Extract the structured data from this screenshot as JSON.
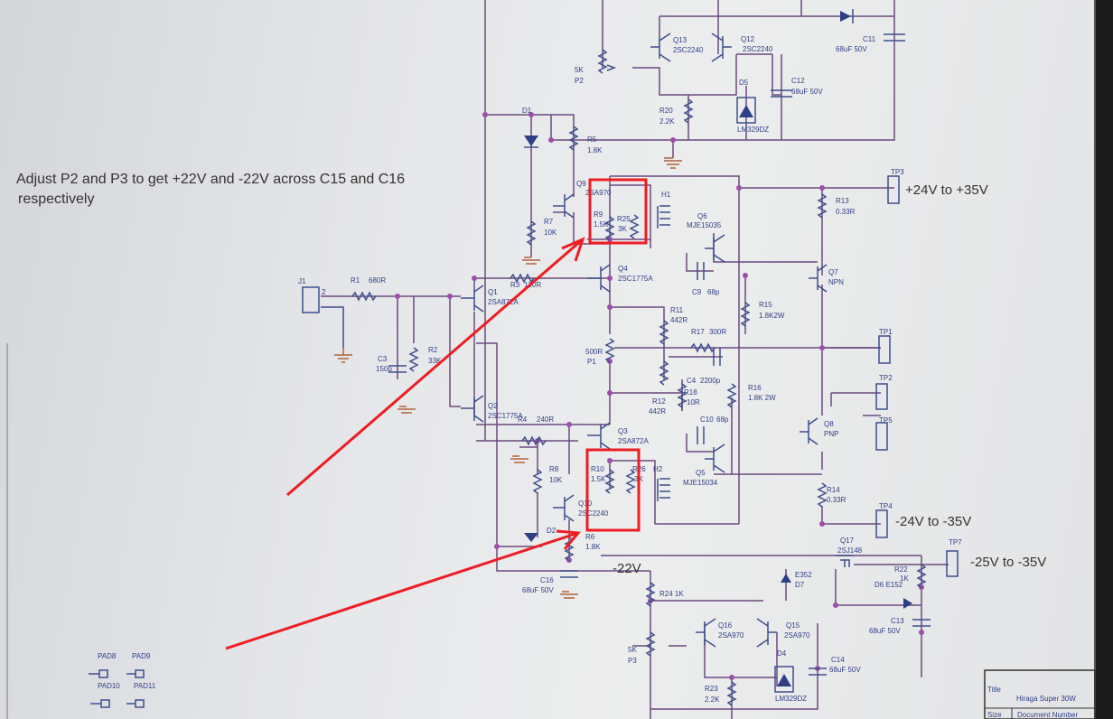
{
  "annotation": {
    "line1": "Adjust P2 and P3 to get +22V and -22V across C15 and C16",
    "line2": "respectively"
  },
  "rail_labels": {
    "pos": "+24V to +35V",
    "neg": "-24V to -35V",
    "neg2": "-25V to -35V",
    "minus22": "-22V"
  },
  "title_block": {
    "title_label": "Title",
    "title": "Hiraga Super 30W",
    "size_label": "Size",
    "docnum_label": "Document Number"
  },
  "colors": {
    "annotation_red": "#ee1d24",
    "wire": "#6a4a7e",
    "component": "#2f3f86"
  },
  "components": [
    {
      "id": "q13",
      "text": "Q13"
    },
    {
      "id": "q13v",
      "text": "2SC2240"
    },
    {
      "id": "q12",
      "text": "Q12"
    },
    {
      "id": "q12v",
      "text": "2SC2240"
    },
    {
      "id": "c11",
      "text": "C11"
    },
    {
      "id": "c11v",
      "text": "68uF 50V"
    },
    {
      "id": "p2v",
      "text": "5K"
    },
    {
      "id": "p2",
      "text": "P2"
    },
    {
      "id": "d5",
      "text": "D5"
    },
    {
      "id": "d5v",
      "text": "LM329DZ"
    },
    {
      "id": "c12",
      "text": "C12"
    },
    {
      "id": "c12v",
      "text": "68uF 50V"
    },
    {
      "id": "r20",
      "text": "R20"
    },
    {
      "id": "r20v",
      "text": "2.2K"
    },
    {
      "id": "d1",
      "text": "D1"
    },
    {
      "id": "r5",
      "text": "R5"
    },
    {
      "id": "r5v",
      "text": "1.8K"
    },
    {
      "id": "q9",
      "text": "Q9"
    },
    {
      "id": "q9v",
      "text": "2SA970"
    },
    {
      "id": "h1",
      "text": "H1"
    },
    {
      "id": "r9",
      "text": "R9"
    },
    {
      "id": "r9v",
      "text": "1.5K"
    },
    {
      "id": "r25",
      "text": "R25"
    },
    {
      "id": "r25v",
      "text": "3K"
    },
    {
      "id": "q6",
      "text": "Q6"
    },
    {
      "id": "q6v",
      "text": "MJE15035"
    },
    {
      "id": "r7",
      "text": "R7"
    },
    {
      "id": "r7v",
      "text": "10K"
    },
    {
      "id": "tp3",
      "text": "TP3"
    },
    {
      "id": "r13",
      "text": "R13"
    },
    {
      "id": "r13v",
      "text": "0.33R"
    },
    {
      "id": "j1",
      "text": "J1"
    },
    {
      "id": "j1p",
      "text": "2"
    },
    {
      "id": "r1",
      "text": "R1"
    },
    {
      "id": "r1v",
      "text": "680R"
    },
    {
      "id": "q1",
      "text": "Q1"
    },
    {
      "id": "q1v",
      "text": "2SA872A"
    },
    {
      "id": "r3",
      "text": "R3"
    },
    {
      "id": "r3v",
      "text": "120R"
    },
    {
      "id": "q4",
      "text": "Q4"
    },
    {
      "id": "q4v",
      "text": "2SC1775A"
    },
    {
      "id": "c9",
      "text": "C9"
    },
    {
      "id": "c9v",
      "text": "68p"
    },
    {
      "id": "q7",
      "text": "Q7"
    },
    {
      "id": "q7v",
      "text": "NPN"
    },
    {
      "id": "r11",
      "text": "R11"
    },
    {
      "id": "r11v",
      "text": "442R"
    },
    {
      "id": "r15",
      "text": "R15"
    },
    {
      "id": "r15v",
      "text": "1.8K2W"
    },
    {
      "id": "tp1",
      "text": "TP1"
    },
    {
      "id": "r17",
      "text": "R17"
    },
    {
      "id": "r17v",
      "text": "300R"
    },
    {
      "id": "p1v",
      "text": "500R"
    },
    {
      "id": "p1",
      "text": "P1"
    },
    {
      "id": "c3",
      "text": "C3"
    },
    {
      "id": "c3v",
      "text": "150p"
    },
    {
      "id": "r2",
      "text": "R2"
    },
    {
      "id": "r2v",
      "text": "33K"
    },
    {
      "id": "c4",
      "text": "C4"
    },
    {
      "id": "c4v",
      "text": "2200p"
    },
    {
      "id": "r18",
      "text": "R18"
    },
    {
      "id": "r18v",
      "text": "10R"
    },
    {
      "id": "r16",
      "text": "R16"
    },
    {
      "id": "r16v",
      "text": "1.8K 2W"
    },
    {
      "id": "tp2",
      "text": "TP2"
    },
    {
      "id": "r12",
      "text": "R12"
    },
    {
      "id": "r12v",
      "text": "442R"
    },
    {
      "id": "q2",
      "text": "Q2"
    },
    {
      "id": "q2v",
      "text": "2SC1775A"
    },
    {
      "id": "r4",
      "text": "R4"
    },
    {
      "id": "r4v",
      "text": "240R"
    },
    {
      "id": "c10",
      "text": "C10"
    },
    {
      "id": "c10v",
      "text": "68p"
    },
    {
      "id": "tp5",
      "text": "TP5"
    },
    {
      "id": "q3",
      "text": "Q3"
    },
    {
      "id": "q3v",
      "text": "2SA872A"
    },
    {
      "id": "q8",
      "text": "Q8"
    },
    {
      "id": "q8v",
      "text": "PNP"
    },
    {
      "id": "r8",
      "text": "R8"
    },
    {
      "id": "r8v",
      "text": "10K"
    },
    {
      "id": "r10",
      "text": "R10"
    },
    {
      "id": "r10v",
      "text": "1.5K"
    },
    {
      "id": "r26",
      "text": "R26"
    },
    {
      "id": "r26v",
      "text": "3K"
    },
    {
      "id": "h2",
      "text": "H2"
    },
    {
      "id": "q5",
      "text": "Q5"
    },
    {
      "id": "q5v",
      "text": "MJE15034"
    },
    {
      "id": "r14",
      "text": "R14"
    },
    {
      "id": "r14v",
      "text": "0.33R"
    },
    {
      "id": "q10",
      "text": "Q10"
    },
    {
      "id": "q10v",
      "text": "2SC2240"
    },
    {
      "id": "tp4",
      "text": "TP4"
    },
    {
      "id": "d2",
      "text": "D2"
    },
    {
      "id": "r6",
      "text": "R6"
    },
    {
      "id": "r6v",
      "text": "1.8K"
    },
    {
      "id": "q17",
      "text": "Q17"
    },
    {
      "id": "q17v",
      "text": "2SJ148"
    },
    {
      "id": "tp7",
      "text": "TP7"
    },
    {
      "id": "c16",
      "text": "C16"
    },
    {
      "id": "c16v",
      "text": "68uF 50V"
    },
    {
      "id": "d7",
      "text": "E352"
    },
    {
      "id": "d7b",
      "text": "D7"
    },
    {
      "id": "r22",
      "text": "R22"
    },
    {
      "id": "r22v",
      "text": "1K"
    },
    {
      "id": "d6",
      "text": "D6 E152"
    },
    {
      "id": "r24",
      "text": "R24 1K"
    },
    {
      "id": "c13",
      "text": "C13"
    },
    {
      "id": "c13v",
      "text": "68uF 50V"
    },
    {
      "id": "q16",
      "text": "Q16"
    },
    {
      "id": "q16v",
      "text": "2SA970"
    },
    {
      "id": "q15",
      "text": "Q15"
    },
    {
      "id": "q15v",
      "text": "2SA970"
    },
    {
      "id": "p3v",
      "text": "5K"
    },
    {
      "id": "p3",
      "text": "P3"
    },
    {
      "id": "d4",
      "text": "D4"
    },
    {
      "id": "d4v",
      "text": "LM329DZ"
    },
    {
      "id": "c14",
      "text": "C14"
    },
    {
      "id": "c14v",
      "text": "68uF 50V"
    },
    {
      "id": "r23",
      "text": "R23"
    },
    {
      "id": "r23v",
      "text": "2.2K"
    },
    {
      "id": "pad8",
      "text": "PAD8"
    },
    {
      "id": "pad9",
      "text": "PAD9"
    },
    {
      "id": "pad10",
      "text": "PAD10"
    },
    {
      "id": "pad11",
      "text": "PAD11"
    }
  ]
}
